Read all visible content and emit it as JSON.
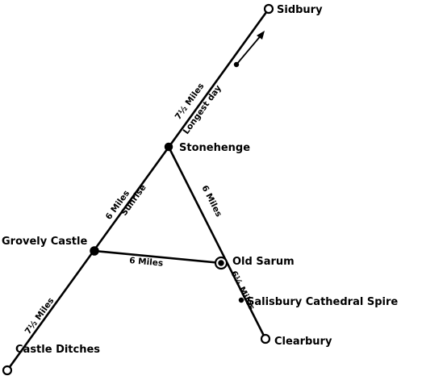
{
  "places": {
    "sidbury": "Sidbury",
    "stonehenge": "Stonehenge",
    "grovely_castle": "Grovely Castle",
    "old_sarum": "Old Sarum",
    "salisbury_spire": "Salisbury Cathedral Spire",
    "castle_ditches": "Castle Ditches",
    "clearbury": "Clearbury"
  },
  "distances": {
    "sidbury_stonehenge": "7½ Miles",
    "stonehenge_grovely": "6 Miles",
    "grovely_old_sarum": "6 Miles",
    "stonehenge_old_sarum": "6 Miles",
    "grovely_castle_ditches": "7½ Miles",
    "old_sarum_clearbury": "6¼ Miles"
  },
  "alignments": {
    "longest_day": "Longest day",
    "sunrise": "Sunrise"
  }
}
